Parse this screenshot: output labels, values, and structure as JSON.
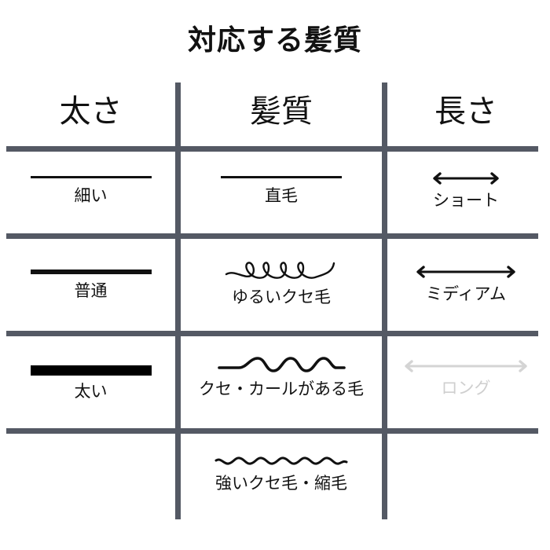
{
  "title": "対応する髪質",
  "colors": {
    "grid": "#545964",
    "ink": "#111111",
    "muted": "#cfcfcf"
  },
  "columns": [
    {
      "header": "太さ"
    },
    {
      "header": "髪質"
    },
    {
      "header": "長さ"
    }
  ],
  "thickness": [
    {
      "label": "細い",
      "icon": "thin-line-icon"
    },
    {
      "label": "普通",
      "icon": "medium-line-icon"
    },
    {
      "label": "太い",
      "icon": "thick-line-icon"
    }
  ],
  "hair_type": [
    {
      "label": "直毛",
      "icon": "straight-line-icon"
    },
    {
      "label": "ゆるいクセ毛",
      "icon": "loose-curl-icon"
    },
    {
      "label": "クセ・カールがある毛",
      "icon": "wave-curl-icon"
    },
    {
      "label": "強いクセ毛・縮毛",
      "icon": "tight-wave-icon"
    }
  ],
  "length": [
    {
      "label": "ショート",
      "icon": "short-arrow-icon",
      "active": true
    },
    {
      "label": "ミディアム",
      "icon": "medium-arrow-icon",
      "active": true
    },
    {
      "label": "ロング",
      "icon": "long-arrow-icon",
      "active": false
    }
  ]
}
